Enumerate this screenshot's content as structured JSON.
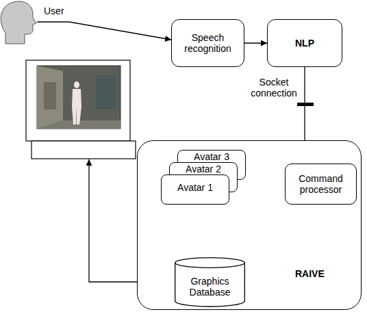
{
  "diagram": {
    "nodes": [
      {
        "text": [
          "User"
        ]
      },
      {
        "text": [
          "Speech recognition"
        ]
      },
      {
        "text": [
          "NLP"
        ]
      },
      {
        "text": [
          "RAIVE"
        ]
      },
      {
        "text": [
          "Avatar 3"
        ],
        "in": 3
      },
      {
        "text": [
          "Avatar 2"
        ],
        "in": 3
      },
      {
        "text": [
          "Avatar 1"
        ],
        "in": 3
      },
      {
        "text": [
          "Command processor"
        ],
        "in": 3
      },
      {
        "text": [
          "Graphics Database"
        ],
        "in": 3
      }
    ],
    "edges": [
      {
        "from": 0,
        "to": 1,
        "arrow": "to"
      },
      {
        "from": 1,
        "to": 2,
        "arrow": "to"
      },
      {
        "from": 2,
        "to": 7,
        "arrow": "to",
        "label": "Socket connection"
      },
      {
        "from": 4,
        "to": 7,
        "arrow": "both"
      },
      {
        "from": 6,
        "to": 8,
        "arrow": "both"
      }
    ]
  }
}
